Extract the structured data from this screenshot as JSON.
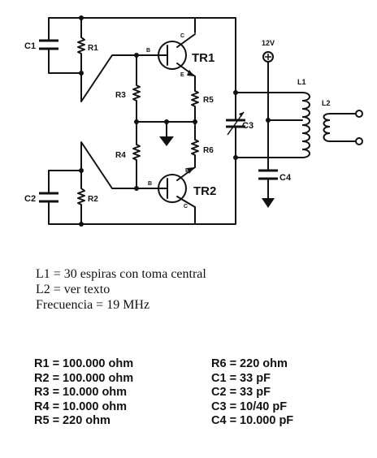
{
  "labels": {
    "c1": "C1",
    "c2": "C2",
    "c3": "C3",
    "c4": "C4",
    "r1": "R1",
    "r2": "R2",
    "r3": "R3",
    "r4": "R4",
    "r5": "R5",
    "r6": "R6",
    "tr1": "TR1",
    "tr2": "TR2",
    "l1": "L1",
    "l2": "L2",
    "supply": "12V",
    "pin_c": "C",
    "pin_b": "B",
    "pin_e": "E"
  },
  "notes": [
    "L1 = 30 espiras con toma central",
    "L2 = ver texto",
    "Frecuencia = 19 MHz"
  ],
  "parts_left": [
    "R1 = 100.000 ohm",
    "R2 = 100.000 ohm",
    "R3 = 10.000 ohm",
    "R4 = 10.000 ohm",
    "R5 = 220 ohm"
  ],
  "parts_right": [
    "R6 = 220 ohm",
    "C1 = 33 pF",
    "C2 = 33 pF",
    "C3 = 10/40 pF",
    "C4 = 10.000 pF"
  ]
}
